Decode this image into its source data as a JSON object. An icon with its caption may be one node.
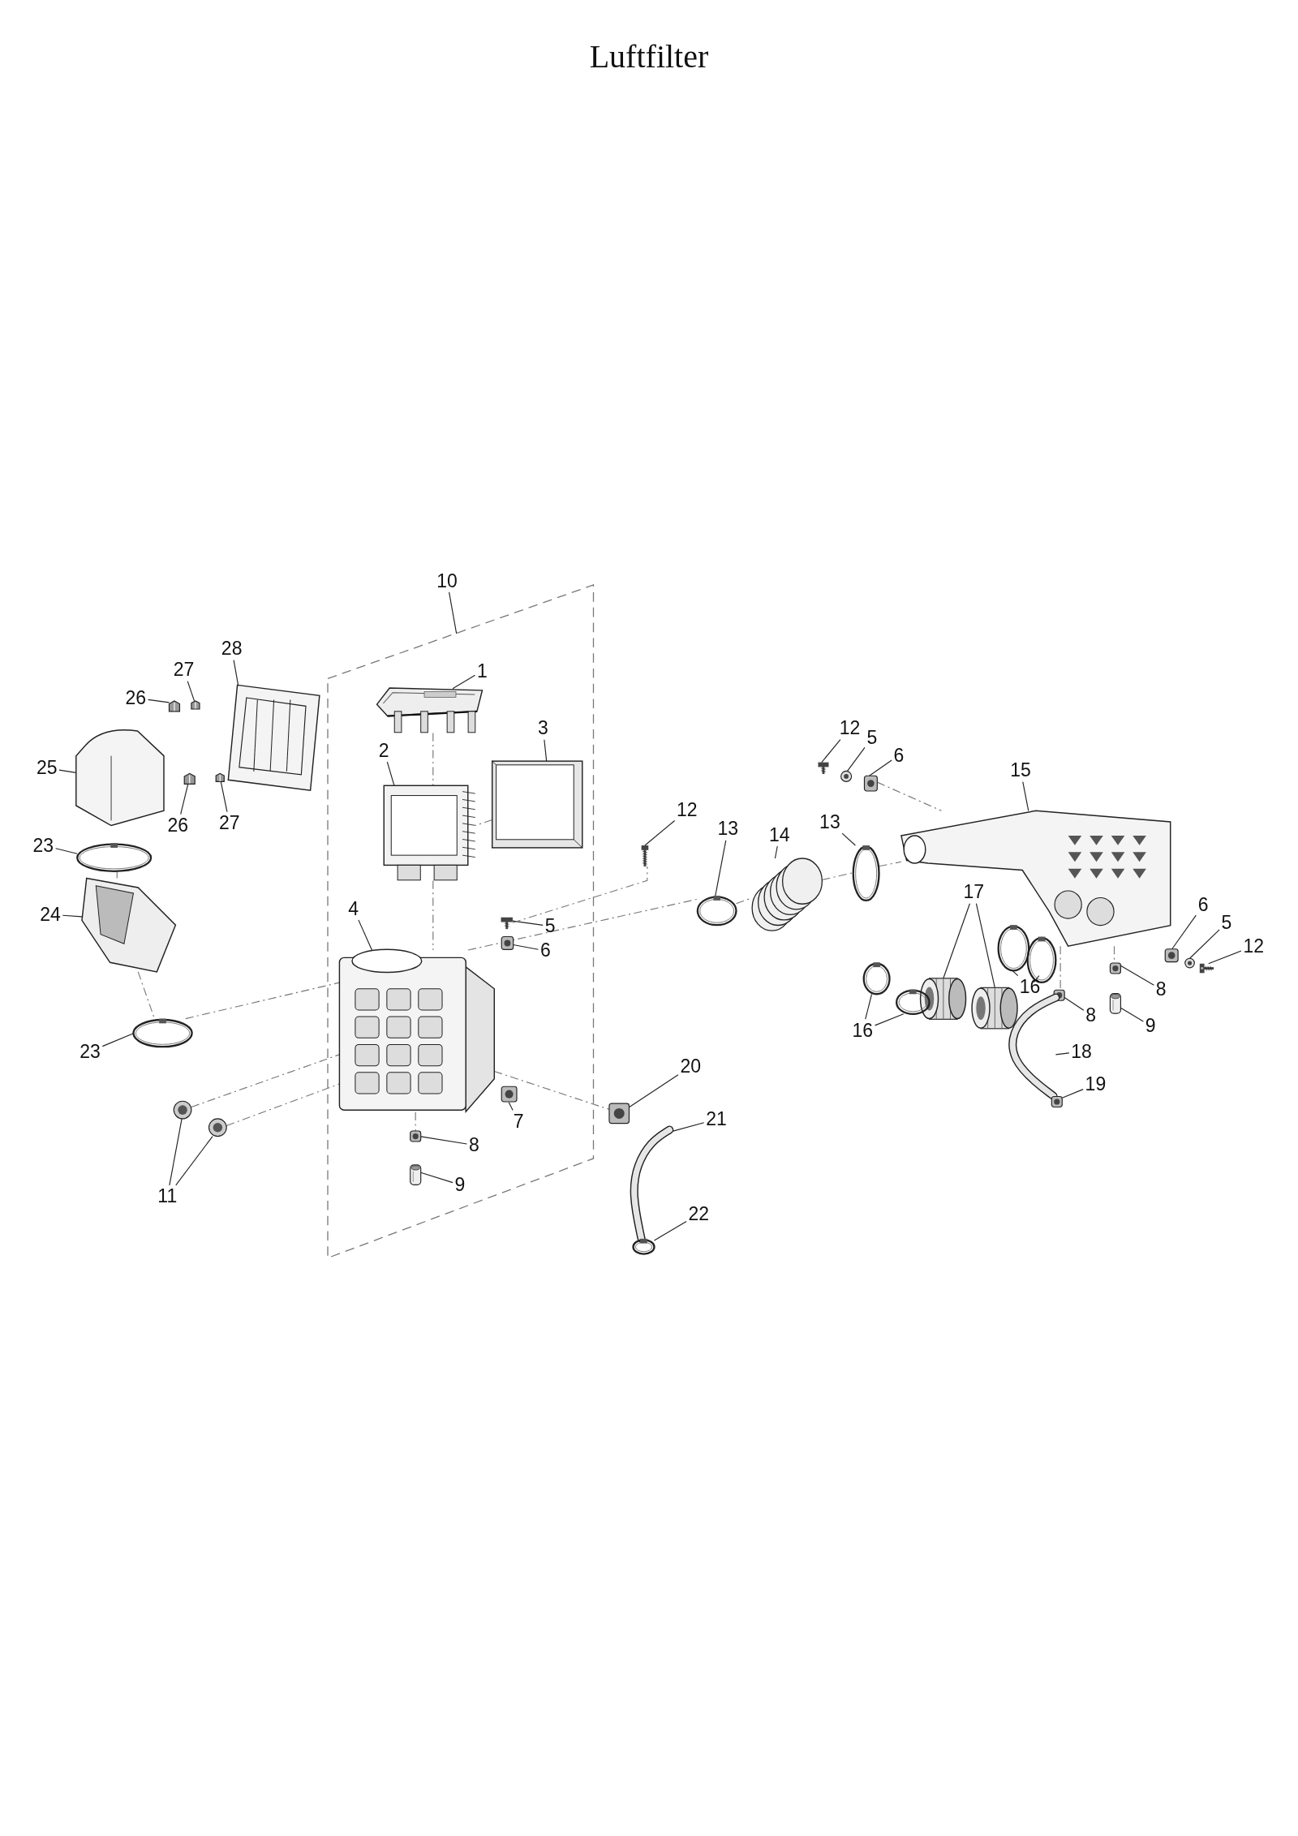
{
  "diagram": {
    "title": "Luftfilter",
    "nodes": [
      {
        "text": [
          "10"
        ]
      },
      {
        "text": [
          "28"
        ]
      },
      {
        "text": [
          "27"
        ]
      },
      {
        "text": [
          "1"
        ],
        "in": 42
      },
      {
        "text": [
          "26"
        ]
      },
      {
        "text": [
          "12"
        ]
      },
      {
        "text": [
          "3"
        ],
        "in": 42
      },
      {
        "text": [
          "5"
        ]
      },
      {
        "text": [
          "2"
        ],
        "in": 42
      },
      {
        "text": [
          "6"
        ]
      },
      {
        "text": [
          "25"
        ]
      },
      {
        "text": [
          "15"
        ]
      },
      {
        "text": [
          "12"
        ]
      },
      {
        "text": [
          "13"
        ]
      },
      {
        "text": [
          "27"
        ]
      },
      {
        "text": [
          "26"
        ]
      },
      {
        "text": [
          "13"
        ]
      },
      {
        "text": [
          "14"
        ]
      },
      {
        "text": [
          "23"
        ]
      },
      {
        "text": [
          "17"
        ]
      },
      {
        "text": [
          "6"
        ]
      },
      {
        "text": [
          "4"
        ],
        "in": 42
      },
      {
        "text": [
          "24"
        ]
      },
      {
        "text": [
          "5"
        ]
      },
      {
        "text": [
          "5"
        ],
        "in": 42
      },
      {
        "text": [
          "12"
        ]
      },
      {
        "text": [
          "6"
        ],
        "in": 42
      },
      {
        "text": [
          "16"
        ]
      },
      {
        "text": [
          "8"
        ]
      },
      {
        "text": [
          "8"
        ]
      },
      {
        "text": [
          "9"
        ]
      },
      {
        "text": [
          "16"
        ]
      },
      {
        "text": [
          "23"
        ]
      },
      {
        "text": [
          "18"
        ]
      },
      {
        "text": [
          "20"
        ]
      },
      {
        "text": [
          "19"
        ]
      },
      {
        "text": [
          "21"
        ]
      },
      {
        "text": [
          "7"
        ],
        "in": 42
      },
      {
        "text": [
          "8"
        ],
        "in": 42
      },
      {
        "text": [
          "9"
        ],
        "in": 42
      },
      {
        "text": [
          "11"
        ]
      },
      {
        "text": [
          "22"
        ]
      },
      {
        "text": [],
        "shape": "box"
      },
      {
        "text": [],
        "shape": "picture"
      },
      {
        "text": [],
        "shape": "picture"
      },
      {
        "text": [],
        "shape": "picture",
        "in": 42
      },
      {
        "text": [],
        "shape": "picture"
      },
      {
        "text": [],
        "shape": "picture"
      },
      {
        "text": [],
        "shape": "picture",
        "in": 42
      },
      {
        "text": [],
        "shape": "picture"
      },
      {
        "text": [],
        "shape": "picture",
        "in": 42
      },
      {
        "text": [],
        "shape": "picture"
      },
      {
        "text": [],
        "shape": "picture"
      },
      {
        "text": [],
        "shape": "picture"
      },
      {
        "text": [],
        "shape": "picture"
      },
      {
        "text": [],
        "shape": "picture"
      },
      {
        "text": [],
        "shape": "picture"
      },
      {
        "text": [],
        "shape": "picture"
      },
      {
        "text": [],
        "shape": "picture"
      },
      {
        "text": [],
        "shape": "picture"
      },
      {
        "text": [],
        "shape": "picture"
      },
      {
        "text": [],
        "shape": "picture"
      },
      {
        "text": [],
        "shape": "picture"
      },
      {
        "text": [],
        "shape": "picture"
      },
      {
        "text": [],
        "shape": "picture"
      },
      {
        "text": [],
        "shape": "picture"
      },
      {
        "text": [],
        "shape": "picture",
        "in": 42
      },
      {
        "text": [],
        "shape": "picture"
      },
      {
        "text": [],
        "shape": "picture",
        "in": 42
      },
      {
        "text": [],
        "shape": "picture"
      },
      {
        "text": [],
        "shape": "picture"
      },
      {
        "text": [],
        "shape": "picture"
      },
      {
        "text": [],
        "shape": "picture"
      },
      {
        "text": [],
        "shape": "picture"
      },
      {
        "text": [],
        "shape": "picture"
      },
      {
        "text": [],
        "shape": "picture"
      },
      {
        "text": [],
        "shape": "picture"
      },
      {
        "text": [],
        "shape": "picture"
      },
      {
        "text": [],
        "shape": "picture"
      },
      {
        "text": [],
        "shape": "picture"
      },
      {
        "text": [],
        "shape": "picture"
      },
      {
        "text": [],
        "shape": "picture",
        "in": 42
      },
      {
        "text": [],
        "shape": "picture",
        "in": 42
      },
      {
        "text": [],
        "shape": "picture",
        "in": 42
      },
      {
        "text": [],
        "shape": "picture"
      },
      {
        "text": [],
        "shape": "picture"
      },
      {
        "text": [],
        "shape": "picture"
      },
      {
        "text": [],
        "shape": "picture",
        "in": 42
      }
    ],
    "edges": [
      {
        "from": 0,
        "to": 42,
        "arrow": "none"
      },
      {
        "from": 1,
        "to": 43,
        "arrow": "none"
      },
      {
        "from": 2,
        "to": 44,
        "arrow": "none"
      },
      {
        "from": 3,
        "to": 45,
        "arrow": "none"
      },
      {
        "from": 4,
        "to": 46,
        "arrow": "none"
      },
      {
        "from": 5,
        "to": 47,
        "arrow": "none"
      },
      {
        "from": 6,
        "to": 48,
        "arrow": "none"
      },
      {
        "from": 7,
        "to": 49,
        "arrow": "none"
      },
      {
        "from": 8,
        "to": 50,
        "arrow": "none"
      },
      {
        "from": 9,
        "to": 51,
        "arrow": "none"
      },
      {
        "from": 10,
        "to": 52,
        "arrow": "none"
      },
      {
        "from": 11,
        "to": 53,
        "arrow": "none"
      },
      {
        "from": 12,
        "to": 54,
        "arrow": "none"
      },
      {
        "from": 13,
        "to": 55,
        "arrow": "none"
      },
      {
        "from": 14,
        "to": 56,
        "arrow": "none"
      },
      {
        "from": 15,
        "to": 57,
        "arrow": "none"
      },
      {
        "from": 16,
        "to": 58,
        "arrow": "none"
      },
      {
        "from": 17,
        "to": 59,
        "arrow": "none"
      },
      {
        "from": 18,
        "to": 60,
        "arrow": "none"
      },
      {
        "from": 19,
        "to": 61,
        "arrow": "none"
      },
      {
        "from": 19,
        "to": 62,
        "arrow": "none"
      },
      {
        "from": 20,
        "to": 63,
        "arrow": "none"
      },
      {
        "from": 21,
        "to": 87,
        "arrow": "none"
      },
      {
        "from": 22,
        "to": 64,
        "arrow": "none"
      },
      {
        "from": 23,
        "to": 65,
        "arrow": "none"
      },
      {
        "from": 24,
        "to": 66,
        "arrow": "none"
      },
      {
        "from": 25,
        "to": 67,
        "arrow": "none"
      },
      {
        "from": 26,
        "to": 68,
        "arrow": "none"
      },
      {
        "from": 27,
        "to": 69,
        "arrow": "none"
      },
      {
        "from": 27,
        "to": 70,
        "arrow": "none"
      },
      {
        "from": 28,
        "to": 71,
        "arrow": "none"
      },
      {
        "from": 29,
        "to": 72,
        "arrow": "none"
      },
      {
        "from": 30,
        "to": 73,
        "arrow": "none"
      },
      {
        "from": 31,
        "to": 74,
        "arrow": "none"
      },
      {
        "from": 31,
        "to": 75,
        "arrow": "none"
      },
      {
        "from": 32,
        "to": 76,
        "arrow": "none"
      },
      {
        "from": 33,
        "to": 77,
        "arrow": "none"
      },
      {
        "from": 34,
        "to": 79,
        "arrow": "none"
      },
      {
        "from": 35,
        "to": 78,
        "arrow": "none"
      },
      {
        "from": 36,
        "to": 80,
        "arrow": "none"
      },
      {
        "from": 37,
        "to": 81,
        "arrow": "none"
      },
      {
        "from": 38,
        "to": 82,
        "arrow": "none"
      },
      {
        "from": 39,
        "to": 83,
        "arrow": "none"
      },
      {
        "from": 40,
        "to": 84,
        "arrow": "none"
      },
      {
        "from": 40,
        "to": 85,
        "arrow": "none"
      },
      {
        "from": 41,
        "to": 86,
        "arrow": "none"
      },
      {
        "from": 66,
        "to": 54,
        "arrow": "none",
        "style": "dashed",
        "color": "#777777"
      },
      {
        "from": 76,
        "to": 87,
        "arrow": "none",
        "style": "dashed",
        "color": "#777777"
      },
      {
        "from": 87,
        "to": 58,
        "arrow": "none",
        "style": "dashed",
        "color": "#777777"
      },
      {
        "from": 58,
        "to": 59,
        "arrow": "none",
        "style": "dashed",
        "color": "#777777"
      },
      {
        "from": 59,
        "to": 55,
        "arrow": "none",
        "style": "dashed",
        "color": "#777777"
      },
      {
        "from": 55,
        "to": 53,
        "arrow": "none",
        "style": "dashed",
        "color": "#777777"
      },
      {
        "from": 84,
        "to": 87,
        "arrow": "none",
        "style": "dashed",
        "color": "#777777"
      },
      {
        "from": 85,
        "to": 87,
        "arrow": "none",
        "style": "dashed",
        "color": "#777777"
      },
      {
        "from": 87,
        "to": 79,
        "arrow": "none",
        "style": "dashed",
        "color": "#777777"
      },
      {
        "from": 53,
        "to": 72,
        "arrow": "none",
        "style": "dashed",
        "color": "#777777"
      },
      {
        "from": 53,
        "to": 71,
        "arrow": "none",
        "style": "dashed",
        "color": "#777777"
      },
      {
        "from": 51,
        "to": 53,
        "arrow": "none",
        "style": "dashed",
        "color": "#777777"
      },
      {
        "from": 60,
        "to": 64,
        "arrow": "none",
        "style": "dashed",
        "color": "#777777"
      },
      {
        "from": 64,
        "to": 76,
        "arrow": "none",
        "style": "dashed",
        "color": "#777777"
      },
      {
        "from": 45,
        "to": 50,
        "arrow": "none",
        "style": "dashed",
        "color": "#777777"
      },
      {
        "from": 50,
        "to": 87,
        "arrow": "none",
        "style": "dashed",
        "color": "#777777"
      },
      {
        "from": 87,
        "to": 82,
        "arrow": "none",
        "style": "dashed",
        "color": "#777777"
      },
      {
        "from": 48,
        "to": 50,
        "arrow": "none",
        "style": "dashed",
        "color": "#777777"
      }
    ]
  }
}
